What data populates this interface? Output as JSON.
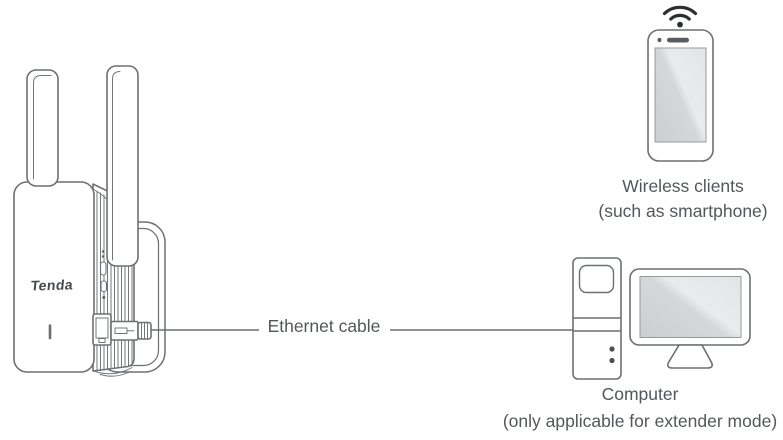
{
  "labels": {
    "brand": "Tenda",
    "ethernet_cable": "Ethernet cable",
    "wireless_clients_line1": "Wireless clients",
    "wireless_clients_line2": "(such as smartphone)",
    "computer_line1": "Computer",
    "computer_line2": "(only applicable for extender mode)"
  },
  "icons": {
    "wifi": "wifi-icon",
    "smartphone": "smartphone-icon",
    "wifi_extender": "wifi-extender-icon",
    "wall_outlet": "wall-outlet-icon",
    "ethernet_plug": "ethernet-plug-icon",
    "led": "led-indicator",
    "computer_tower": "computer-tower-icon",
    "monitor": "monitor-icon"
  },
  "colors": {
    "line": "#6d7073",
    "text": "#54575a",
    "wifi_icon": "#2c2e2f",
    "screen_dark": "#cfd1d3",
    "screen_light": "#eaeced",
    "background": "#ffffff"
  }
}
